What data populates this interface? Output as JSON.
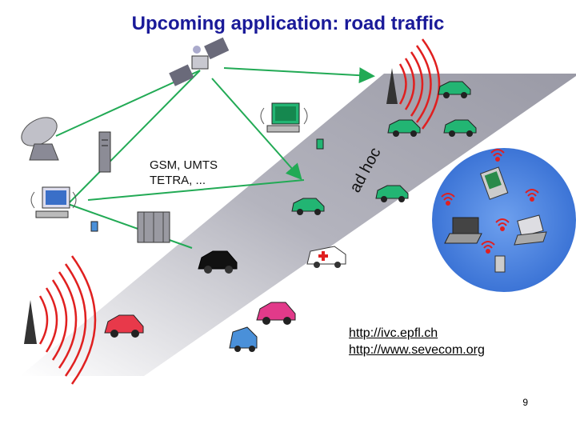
{
  "title": "Upcoming application: road traffic",
  "labels": {
    "networks_line1": "GSM, UMTS",
    "networks_line2": "TETRA, ...",
    "adhoc": "ad hoc"
  },
  "links": [
    "http://ivc.epfl.ch",
    "http://www.sevecom.org"
  ],
  "page_number": "9",
  "colors": {
    "title": "#1a1a99",
    "arrow": "#22aa55",
    "road": "#a8a8b4",
    "bubble": "#4f86e0",
    "car_green": "#22b573",
    "car_red": "#e8394a",
    "car_pink": "#e23a8a",
    "car_blue": "#4a90d9",
    "car_black": "#111111",
    "signal": "#e02020"
  },
  "icons": [
    "satellite-icon",
    "dish-antenna-icon",
    "server-icon",
    "computer-icon",
    "base-station-icon",
    "radio-tower-icon",
    "car-icon",
    "ambulance-icon",
    "pda-icon",
    "laptop-icon",
    "phone-icon"
  ]
}
